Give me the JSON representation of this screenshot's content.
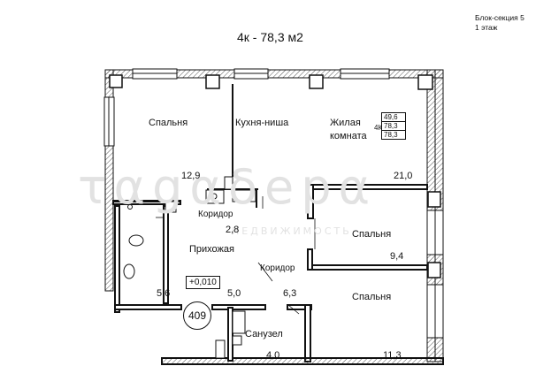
{
  "header": {
    "title": "4к - 78,3 м2",
    "block_section": "Блок-секция 5",
    "floor": "1 этаж"
  },
  "rooms": [
    {
      "key": "bedroom1",
      "label": "Спальня",
      "area": "12,9"
    },
    {
      "key": "kitchen",
      "label": "Кухня-ниша",
      "area": ""
    },
    {
      "key": "living",
      "label": "Жилая комната",
      "area": "21,0"
    },
    {
      "key": "corridor1",
      "label": "Коридор",
      "area": "2,8"
    },
    {
      "key": "bedroom2",
      "label": "Спальня",
      "area": "9,4"
    },
    {
      "key": "hall",
      "label": "Прихожая",
      "area": "5,0"
    },
    {
      "key": "corridor2",
      "label": "Коридор",
      "area": "6,3"
    },
    {
      "key": "bedroom3",
      "label": "Спальня",
      "area": "11,3"
    },
    {
      "key": "bath",
      "label": "Санузел",
      "area": "4,0"
    },
    {
      "key": "wc",
      "label": "",
      "area": "5,6"
    }
  ],
  "labels": {
    "bedroom1": "Спальня",
    "kitchen": "Кухня-ниша",
    "living_line1": "Жилая",
    "living_line2": "комната",
    "corridor1": "Коридор",
    "bedroom2": "Спальня",
    "hall": "Прихожая",
    "corridor2": "Коридор",
    "bedroom3": "Спальня",
    "bath": "Санузел"
  },
  "areas": {
    "bedroom1": "12,9",
    "living": "21,0",
    "corridor1": "2,8",
    "bedroom2": "9,4",
    "wc": "5,6",
    "hall": "5,0",
    "corridor2": "6,3",
    "bath": "4,0",
    "bedroom3": "11,3"
  },
  "area_table": {
    "living_area": "49,6",
    "type": "4К",
    "total_area": "78,3",
    "total_area_2": "78,3"
  },
  "level_mark": "+0,010",
  "apartment_number": "409",
  "watermark": {
    "main": "ταgαδepα",
    "sub": "НЕДВИЖИМОСТЬ"
  },
  "colors": {
    "wall": "#111111",
    "hatch": "#555555",
    "watermark": "#e2e2e2"
  }
}
